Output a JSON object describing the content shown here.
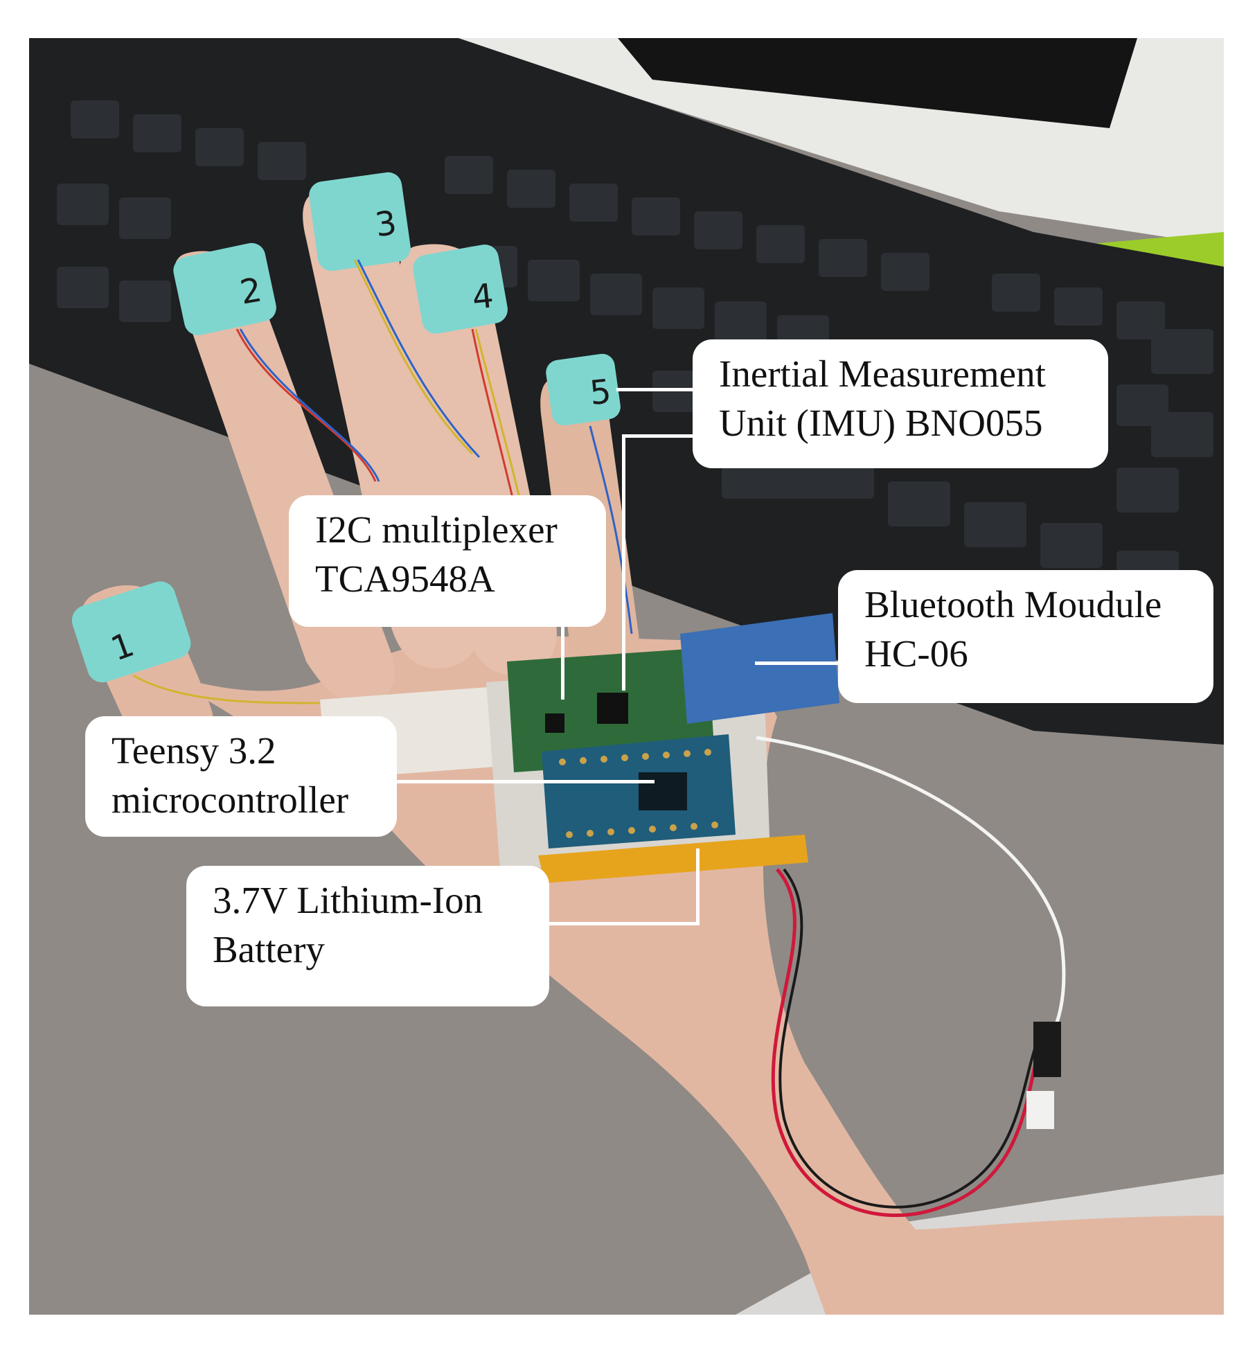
{
  "photo": {
    "description_icons": [
      "hand-photo",
      "keyboard",
      "finger-sensors",
      "circuit-board",
      "battery",
      "bluetooth-module",
      "wires"
    ],
    "finger_tags": [
      "1",
      "2",
      "3",
      "4",
      "5"
    ],
    "colors": {
      "tape": "#7fd6cf",
      "skin": "#e2b7a2",
      "desk": "#8f8a86",
      "keyboard": "#1e2022",
      "pcb": "#2f6b3a",
      "teensy": "#1f5d7a",
      "bluetooth": "#3b6fb6",
      "battery": "#e6a41d"
    }
  },
  "callouts": {
    "imu": {
      "line1": "Inertial Measurement",
      "line2": "Unit (IMU) BNO055"
    },
    "mux": {
      "line1": "I2C multiplexer",
      "line2": "TCA9548A"
    },
    "bluetooth": {
      "line1": "Bluetooth Moudule",
      "line2": "HC-06"
    },
    "teensy": {
      "line1": "Teensy 3.2",
      "line2": "microcontroller"
    },
    "battery": {
      "line1": "3.7V Lithium-Ion",
      "line2": "Battery"
    }
  }
}
